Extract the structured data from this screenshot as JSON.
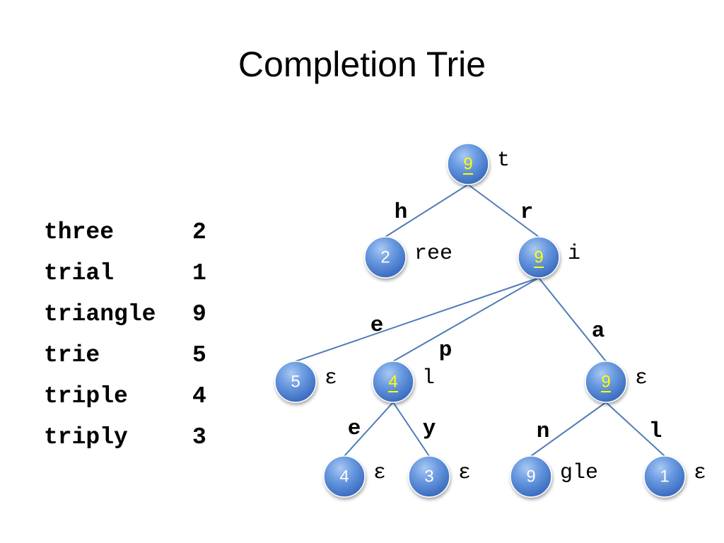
{
  "slide": {
    "title": "Completion Trie"
  },
  "words": [
    {
      "word": "three",
      "count": "2"
    },
    {
      "word": "trial",
      "count": "1"
    },
    {
      "word": "triangle",
      "count": "9"
    },
    {
      "word": "trie",
      "count": "5"
    },
    {
      "word": "triple",
      "count": "4"
    },
    {
      "word": "triply",
      "count": "3"
    }
  ],
  "colors": {
    "node": "#5b8fdc",
    "edge": "#4f7cb6",
    "highlight": "#ffff00",
    "text": "#ffffff"
  },
  "trie": {
    "nodes": [
      {
        "id": "root",
        "value": "9",
        "suffix": "t",
        "highlight": true
      },
      {
        "id": "hree",
        "value": "2",
        "suffix": "ree",
        "highlight": false
      },
      {
        "id": "ri",
        "value": "9",
        "suffix": "i",
        "highlight": true
      },
      {
        "id": "rie",
        "value": "5",
        "suffix": "ε",
        "highlight": false
      },
      {
        "id": "ripl",
        "value": "4",
        "suffix": "l",
        "highlight": true
      },
      {
        "id": "ria",
        "value": "9",
        "suffix": "ε",
        "highlight": true
      },
      {
        "id": "riple",
        "value": "4",
        "suffix": "ε",
        "highlight": false
      },
      {
        "id": "riply",
        "value": "3",
        "suffix": "ε",
        "highlight": false
      },
      {
        "id": "rian",
        "value": "9",
        "suffix": "gle",
        "highlight": false
      },
      {
        "id": "rial",
        "value": "1",
        "suffix": "ε",
        "highlight": false
      }
    ],
    "edges": [
      {
        "from": "root",
        "to": "hree",
        "label": "h"
      },
      {
        "from": "root",
        "to": "ri",
        "label": "r"
      },
      {
        "from": "ri",
        "to": "rie",
        "label": "e"
      },
      {
        "from": "ri",
        "to": "ripl",
        "label": "p"
      },
      {
        "from": "ri",
        "to": "ria",
        "label": "a"
      },
      {
        "from": "ripl",
        "to": "riple",
        "label": "e"
      },
      {
        "from": "ripl",
        "to": "riply",
        "label": "y"
      },
      {
        "from": "ria",
        "to": "rian",
        "label": "n"
      },
      {
        "from": "ria",
        "to": "rial",
        "label": "l"
      }
    ]
  }
}
